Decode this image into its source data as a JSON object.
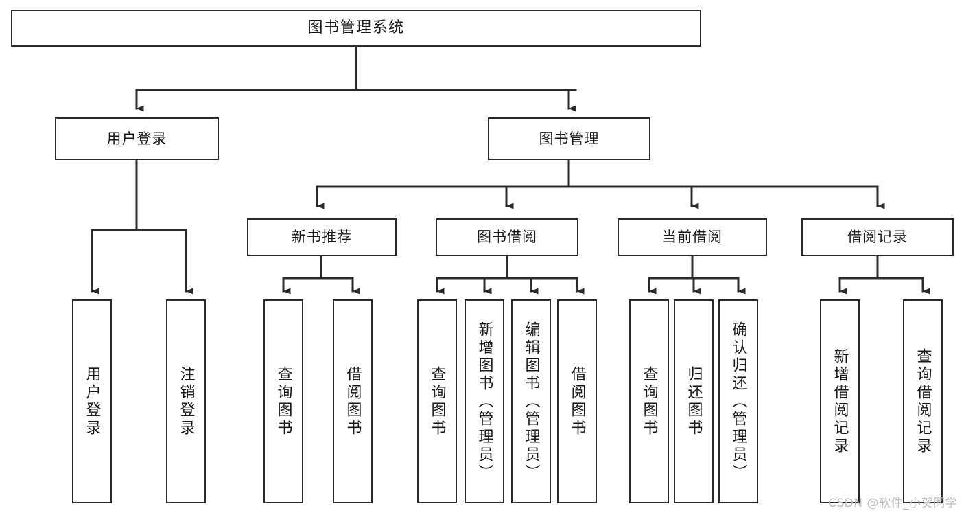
{
  "diagram": {
    "title": "图书管理系统",
    "type": "tree",
    "root": {
      "label": "图书管理系统"
    },
    "level1": [
      {
        "label": "用户登录"
      },
      {
        "label": "图书管理"
      }
    ],
    "level2": [
      {
        "label": "新书推荐",
        "parent": "图书管理"
      },
      {
        "label": "图书借阅",
        "parent": "图书管理"
      },
      {
        "label": "当前借阅",
        "parent": "图书管理"
      },
      {
        "label": "借阅记录",
        "parent": "图书管理"
      }
    ],
    "leaves": {
      "用户登录": [
        {
          "label": "用户登录"
        },
        {
          "label": "注销登录"
        }
      ],
      "新书推荐": [
        {
          "label": "查询图书"
        },
        {
          "label": "借阅图书"
        }
      ],
      "图书借阅": [
        {
          "label": "查询图书"
        },
        {
          "label": "新增图书（管理员）"
        },
        {
          "label": "编辑图书（管理员）"
        },
        {
          "label": "借阅图书"
        }
      ],
      "当前借阅": [
        {
          "label": "查询图书"
        },
        {
          "label": "归还图书"
        },
        {
          "label": "确认归还（管理员）"
        }
      ],
      "借阅记录": [
        {
          "label": "新增借阅记录"
        },
        {
          "label": "查询借阅记录"
        }
      ]
    }
  },
  "watermark": {
    "text": "CSDN @软件_小贺同学"
  },
  "colors": {
    "stroke": "#2b2b2b",
    "text": "#1a1a1a",
    "background": "#ffffff",
    "watermark": "#bdbdbd"
  }
}
